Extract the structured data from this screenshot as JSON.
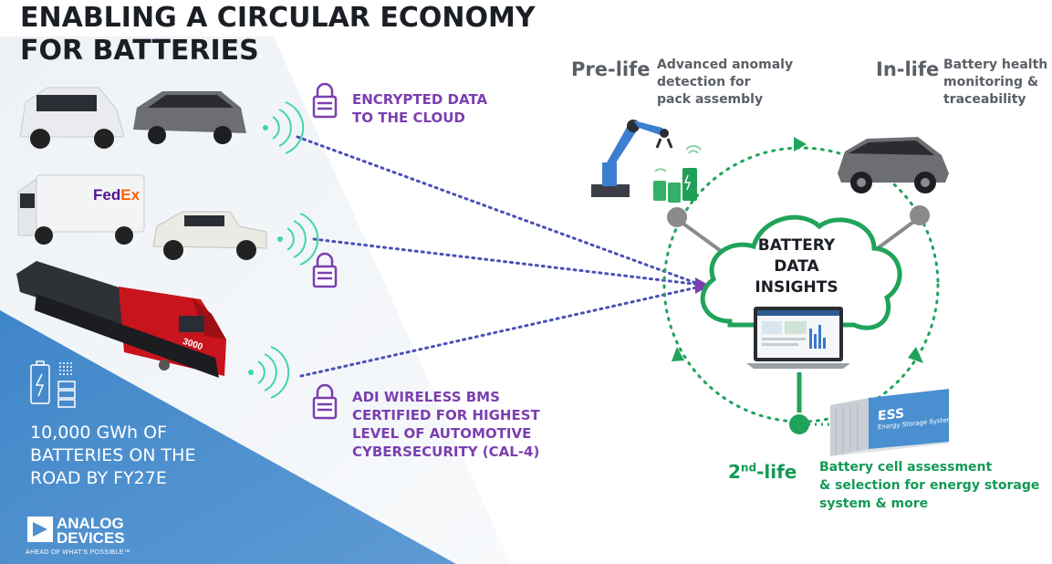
{
  "title": {
    "line1": "ENABLING A CIRCULAR ECONOMY",
    "line2": "FOR BATTERIES"
  },
  "callouts": {
    "encrypted_line1": "ENCRYPTED DATA",
    "encrypted_line2": "TO THE CLOUD",
    "bms_line1": "ADI WIRELESS BMS",
    "bms_line2": "CERTIFIED FOR HIGHEST",
    "bms_line3": "LEVEL OF AUTOMOTIVE",
    "bms_line4": "CYBERSECURITY (CAL-4)"
  },
  "stages": {
    "prelife_label": "Pre-life",
    "prelife_desc1": "Advanced anomaly",
    "prelife_desc2": "detection for",
    "prelife_desc3": "pack assembly",
    "inlife_label": "In-life",
    "inlife_desc1": "Battery health",
    "inlife_desc2": "monitoring &",
    "inlife_desc3": "traceability",
    "secondlife_label_main": "2",
    "secondlife_label_sup": "nd",
    "secondlife_label_rest": "-life",
    "secondlife_desc1": "Battery cell assessment",
    "secondlife_desc2": "& selection for energy storage",
    "secondlife_desc3": "system & more"
  },
  "cloud": {
    "line1": "BATTERY",
    "line2": "DATA",
    "line3": "INSIGHTS"
  },
  "stat": {
    "line1": "10,000 GWh OF",
    "line2": "BATTERIES ON THE",
    "line3": "ROAD BY FY27E"
  },
  "logo": {
    "name_line1": "ANALOG",
    "name_line2": "DEVICES",
    "tagline": "AHEAD OF WHAT'S POSSIBLE™"
  },
  "vehicles": {
    "van_brand_a": "Fed",
    "van_brand_b": "Ex",
    "locomotive_number": "3000"
  },
  "ess": {
    "title": "ESS",
    "subtitle": "Energy Storage System"
  },
  "icons": {
    "lock": "padlock-icon",
    "wireless": "wireless-signal-icon",
    "battery": "battery-icon",
    "cloud": "cloud-icon",
    "laptop": "laptop-dashboard-icon",
    "robot": "robot-arm-icon",
    "logo": "analog-devices-logo-icon"
  },
  "colors": {
    "purple": "#7b3fb0",
    "green": "#139a55",
    "blue_panel": "#4d8fce",
    "dark_text": "#1b1f25",
    "gray_text": "#5a5f66"
  }
}
